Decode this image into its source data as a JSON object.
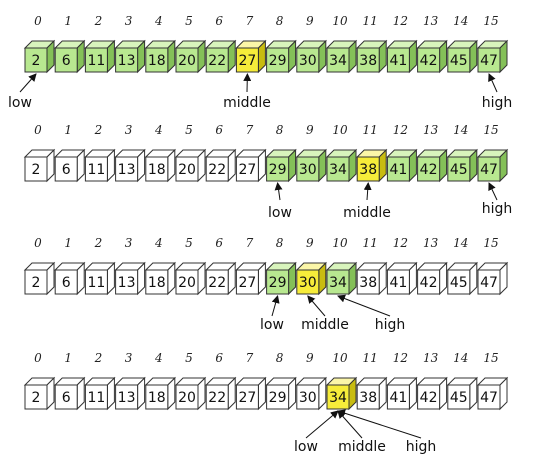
{
  "indices": [
    "0",
    "1",
    "2",
    "3",
    "4",
    "5",
    "6",
    "7",
    "8",
    "9",
    "10",
    "11",
    "12",
    "13",
    "14",
    "15"
  ],
  "values": [
    "2",
    "6",
    "11",
    "13",
    "18",
    "20",
    "22",
    "27",
    "29",
    "30",
    "34",
    "38",
    "41",
    "42",
    "45",
    "47"
  ],
  "colors": {
    "active_front": "#b8e890",
    "active_top": "#d8f4bc",
    "active_side": "#84c058",
    "middle_front": "#f6ec3a",
    "middle_top": "#fbf6a8",
    "middle_side": "#c8bc10",
    "inactive_front": "#ffffff",
    "inactive_top": "#ffffff",
    "inactive_side": "#ffffff",
    "stroke": "#333333"
  },
  "steps": [
    {
      "low_index": 0,
      "middle_index": 7,
      "high_index": 15,
      "low_label": "low",
      "middle_label": "middle",
      "high_label": "high"
    },
    {
      "low_index": 8,
      "middle_index": 11,
      "high_index": 15,
      "low_label": "low",
      "middle_label": "middle",
      "high_label": "high"
    },
    {
      "low_index": 8,
      "middle_index": 9,
      "high_index": 10,
      "low_label": "low",
      "middle_label": "middle",
      "high_label": "high"
    },
    {
      "low_index": 10,
      "middle_index": 10,
      "high_index": 10,
      "low_label": "low",
      "middle_label": "middle",
      "high_label": "high"
    }
  ]
}
